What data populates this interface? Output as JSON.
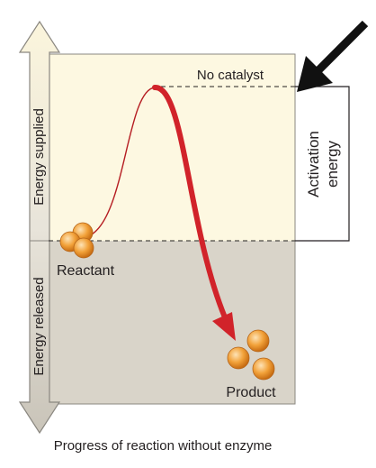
{
  "labels": {
    "energy_supplied": "Energy supplied",
    "energy_released": "Energy released",
    "no_catalyst": "No catalyst",
    "activation_line1": "Activation",
    "activation_line2": "energy",
    "reactant": "Reactant",
    "product": "Product",
    "x_axis": "Progress of reaction without enzyme"
  },
  "colors": {
    "upper_region": "#fdf8e1",
    "lower_region": "#d9d4c9",
    "reaction_arrow": "#d1232a",
    "molecule": "#f2a23a",
    "pointer_arrow": "#111111"
  }
}
